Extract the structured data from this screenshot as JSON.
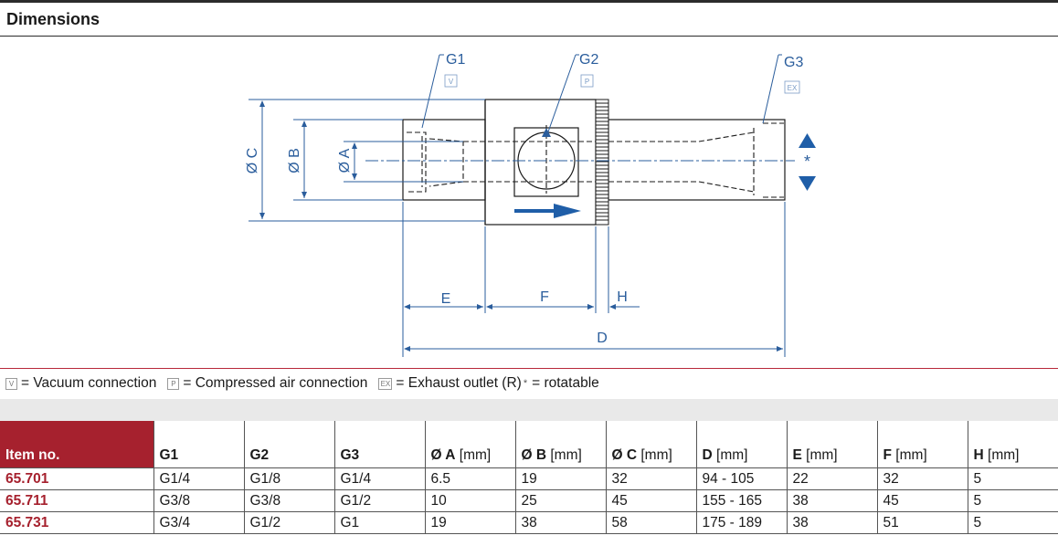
{
  "section_title": "Dimensions",
  "drawing": {
    "labels": {
      "g1": "G1",
      "g2": "G2",
      "g3": "G3",
      "box_v": "V",
      "box_p": "P",
      "box_ex": "EX",
      "dia_c": "Ø C",
      "dia_b": "Ø B",
      "dia_a": "Ø A",
      "e": "E",
      "f": "F",
      "h": "H",
      "d": "D",
      "rotatable_mark": "*"
    },
    "colors": {
      "line": "#1a1a1a",
      "dim": "#2a5d9c",
      "arrow": "#1f5ea8"
    }
  },
  "legend": [
    {
      "icon": "V",
      "text": "= Vacuum connection"
    },
    {
      "icon": "P",
      "text": "= Compressed air connection"
    },
    {
      "icon": "EX",
      "text": "= Exhaust outlet (R)"
    },
    {
      "icon": "*",
      "text": "= rotatable"
    }
  ],
  "table": {
    "headers": [
      {
        "bold": "Item no.",
        "unit": ""
      },
      {
        "bold": "G1",
        "unit": ""
      },
      {
        "bold": "G2",
        "unit": ""
      },
      {
        "bold": "G3",
        "unit": ""
      },
      {
        "bold": "Ø A",
        "unit": " [mm]"
      },
      {
        "bold": "Ø B",
        "unit": " [mm]"
      },
      {
        "bold": "Ø C",
        "unit": " [mm]"
      },
      {
        "bold": "D",
        "unit": " [mm]"
      },
      {
        "bold": "E",
        "unit": " [mm]"
      },
      {
        "bold": "F",
        "unit": " [mm]"
      },
      {
        "bold": "H",
        "unit": " [mm]"
      }
    ],
    "rows": [
      [
        "65.701",
        "G1/4",
        "G1/8",
        "G1/4",
        "6.5",
        "19",
        "32",
        "94 - 105",
        "22",
        "32",
        "5"
      ],
      [
        "65.711",
        "G3/8",
        "G3/8",
        "G1/2",
        "10",
        "25",
        "45",
        "155 - 165",
        "38",
        "45",
        "5"
      ],
      [
        "65.731",
        "G3/4",
        "G1/2",
        "G1",
        "19",
        "38",
        "58",
        "175 - 189",
        "38",
        "51",
        "5"
      ]
    ]
  }
}
